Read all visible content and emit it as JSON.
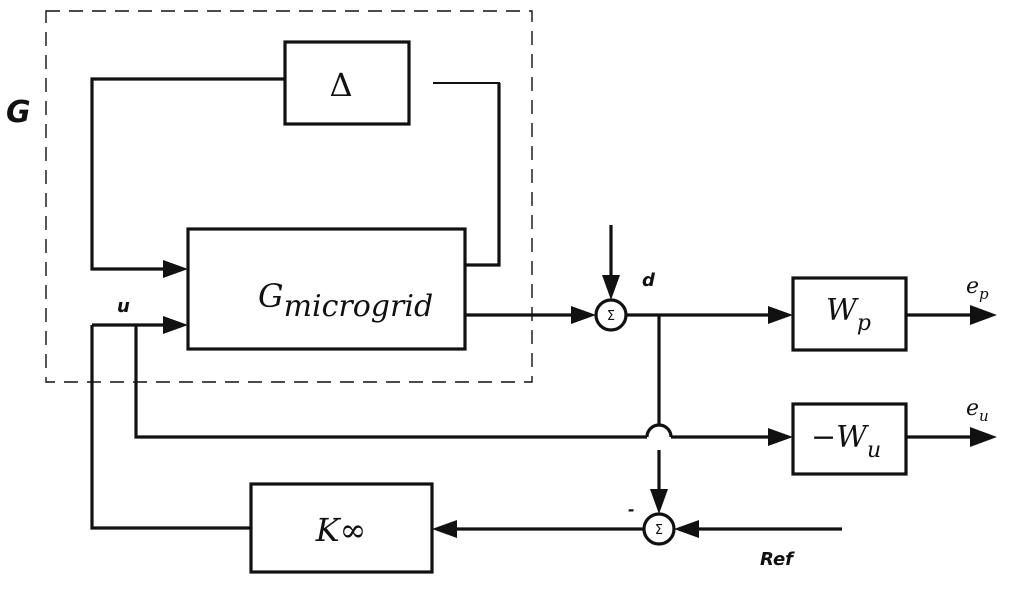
{
  "labels": {
    "plant_group": "G",
    "control_input": "u",
    "disturbance": "d",
    "reference": "Ref",
    "minus_sign": "-",
    "summer_symbol": "Σ"
  },
  "blocks": {
    "uncertainty": {
      "symbol": "Δ"
    },
    "plant": {
      "main": "G",
      "subscript": "microgrid"
    },
    "performance_weight": {
      "main": "W",
      "subscript": "p"
    },
    "control_weight": {
      "prefix": "−",
      "main": "W",
      "subscript": "u"
    },
    "controller": {
      "main": "K∞"
    }
  },
  "outputs": {
    "performance": {
      "main": "e",
      "subscript": "p"
    },
    "control": {
      "main": "e",
      "subscript": "u"
    }
  }
}
